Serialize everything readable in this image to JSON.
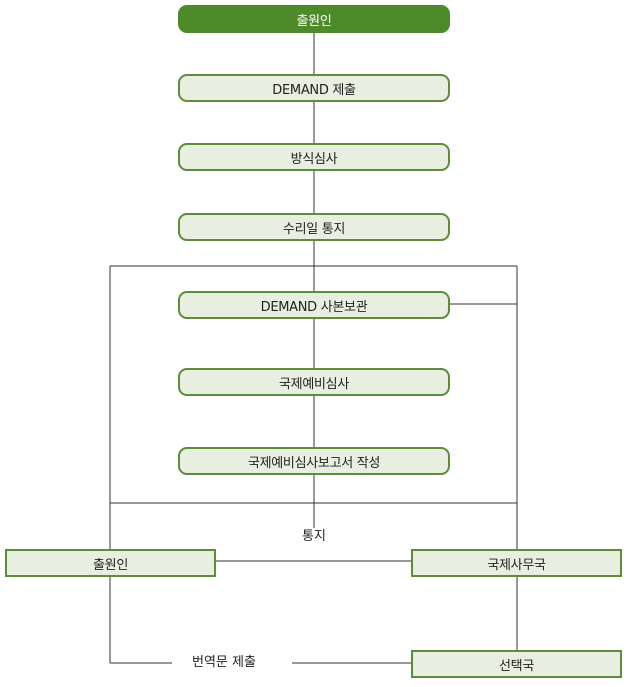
{
  "flow": {
    "start": "출원인",
    "demand_submit": "DEMAND 제출",
    "formality_exam": "방식심사",
    "receipt_notice": "수리일 통지",
    "demand_copy_keep": "DEMAND 사본보관",
    "iper": "국제예비심사",
    "iper_report": "국제예비심사보고서 작성"
  },
  "bottom": {
    "notice_label": "통지",
    "applicant": "출원인",
    "ib": "국제사무국",
    "elected_office": "선택국",
    "translation_label": "번역문 제출"
  },
  "colors": {
    "dark_green": "#4e8a2a",
    "box_fill": "#e8eee0",
    "border_green": "#5e8c3b",
    "line": "#333333"
  }
}
